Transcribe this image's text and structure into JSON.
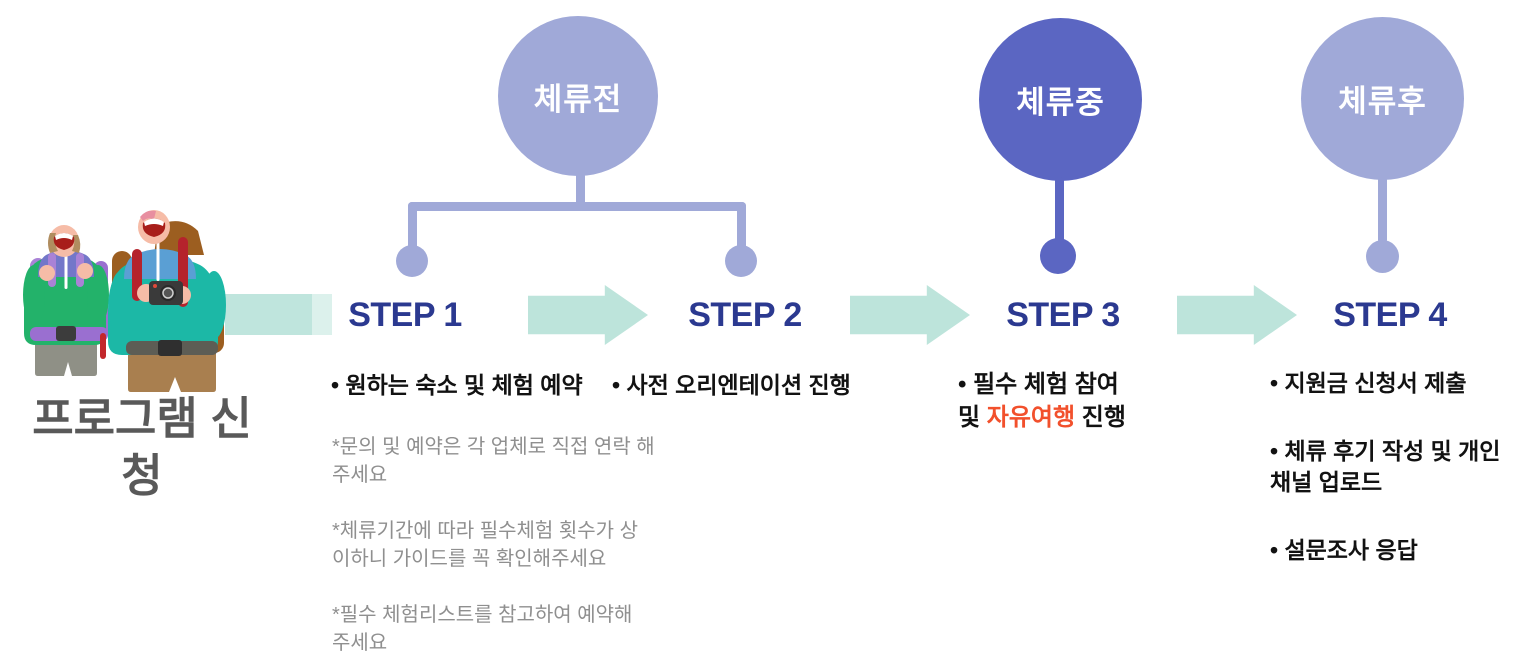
{
  "program": {
    "title": "프로그램 신청"
  },
  "phases": {
    "before": {
      "label": "체류전",
      "color": "#a0a9d8"
    },
    "during": {
      "label": "체류중",
      "color": "#5b66c2"
    },
    "after": {
      "label": "체류후",
      "color": "#a0a9d8"
    }
  },
  "steps": {
    "step1": {
      "label": "STEP 1",
      "bullet": "• 원하는 숙소 및 체험 예약",
      "notes": [
        "*문의 및 예약은 각 업체로 직접 연락 해주세요",
        "*체류기간에 따라 필수체험 횟수가 상이하니 가이드를 꼭 확인해주세요",
        "*필수 체험리스트를 참고하여 예약해 주세요"
      ]
    },
    "step2": {
      "label": "STEP 2",
      "bullet": "• 사전 오리엔테이션 진행"
    },
    "step3": {
      "label": "STEP 3",
      "line1": "•  필수 체험 참여",
      "line2_prefix": "및 ",
      "line2_highlight": "자유여행",
      "line2_suffix": " 진행"
    },
    "step4": {
      "label": "STEP 4",
      "bullets": [
        "• 지원금 신청서 제출",
        "• 체류 후기 작성 및 개인 채널 업로드",
        "• 설문조사 응답"
      ]
    }
  },
  "icons": {
    "flow_arrow": "mint block arrow pointing right",
    "connector_dot": "filled circle node",
    "travelers": "two laughing backpackers, one holding a camera"
  },
  "colors": {
    "phase_light": "#a0a9d8",
    "phase_dark": "#5b66c2",
    "step_label_navy": "#2b3990",
    "arrow_mint": "#bde4db",
    "highlight_red": "#f2502c",
    "note_gray": "#8f8f8f",
    "title_gray": "#595959"
  }
}
